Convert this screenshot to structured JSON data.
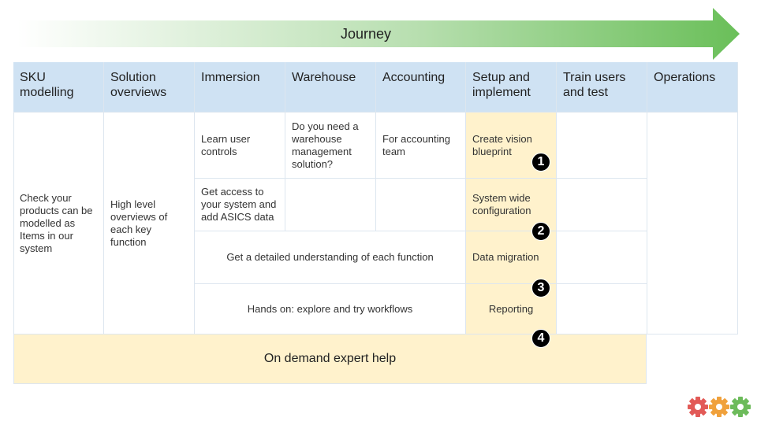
{
  "journey_label": "Journey",
  "headers": [
    "SKU modelling",
    "Solution overviews",
    "Immersion",
    "Warehouse",
    "Accounting",
    "Setup and implement",
    "Train users and test",
    "Operations"
  ],
  "cells": {
    "sku": "Check your products can be modelled as Items in our system",
    "solution": "High level overviews of each key function",
    "immersion_1": "Learn user controls",
    "warehouse_1": "Do you need a warehouse management solution?",
    "accounting_1": "For accounting team",
    "setup_1": "Create vision blueprint",
    "immersion_2": "Get access to your system and add ASICS data",
    "setup_2": "System wide configuration",
    "understanding": "Get a detailed understanding of each function",
    "setup_3": "Data migration",
    "hands_on": "Hands on: explore and try workflows",
    "setup_4": "Reporting"
  },
  "badges": [
    "1",
    "2",
    "3",
    "4"
  ],
  "on_demand": "On demand expert help",
  "colors": {
    "header_bg": "#cfe2f3",
    "highlight_bg": "#fff2cc",
    "arrow_start": "#ffffff",
    "arrow_end": "#6abf59",
    "logo_red": "#e25a57",
    "logo_orange": "#f0a13c",
    "logo_green": "#6dbb5b"
  },
  "icons": [
    "gear-icon-red",
    "gear-icon-orange",
    "gear-icon-green"
  ]
}
